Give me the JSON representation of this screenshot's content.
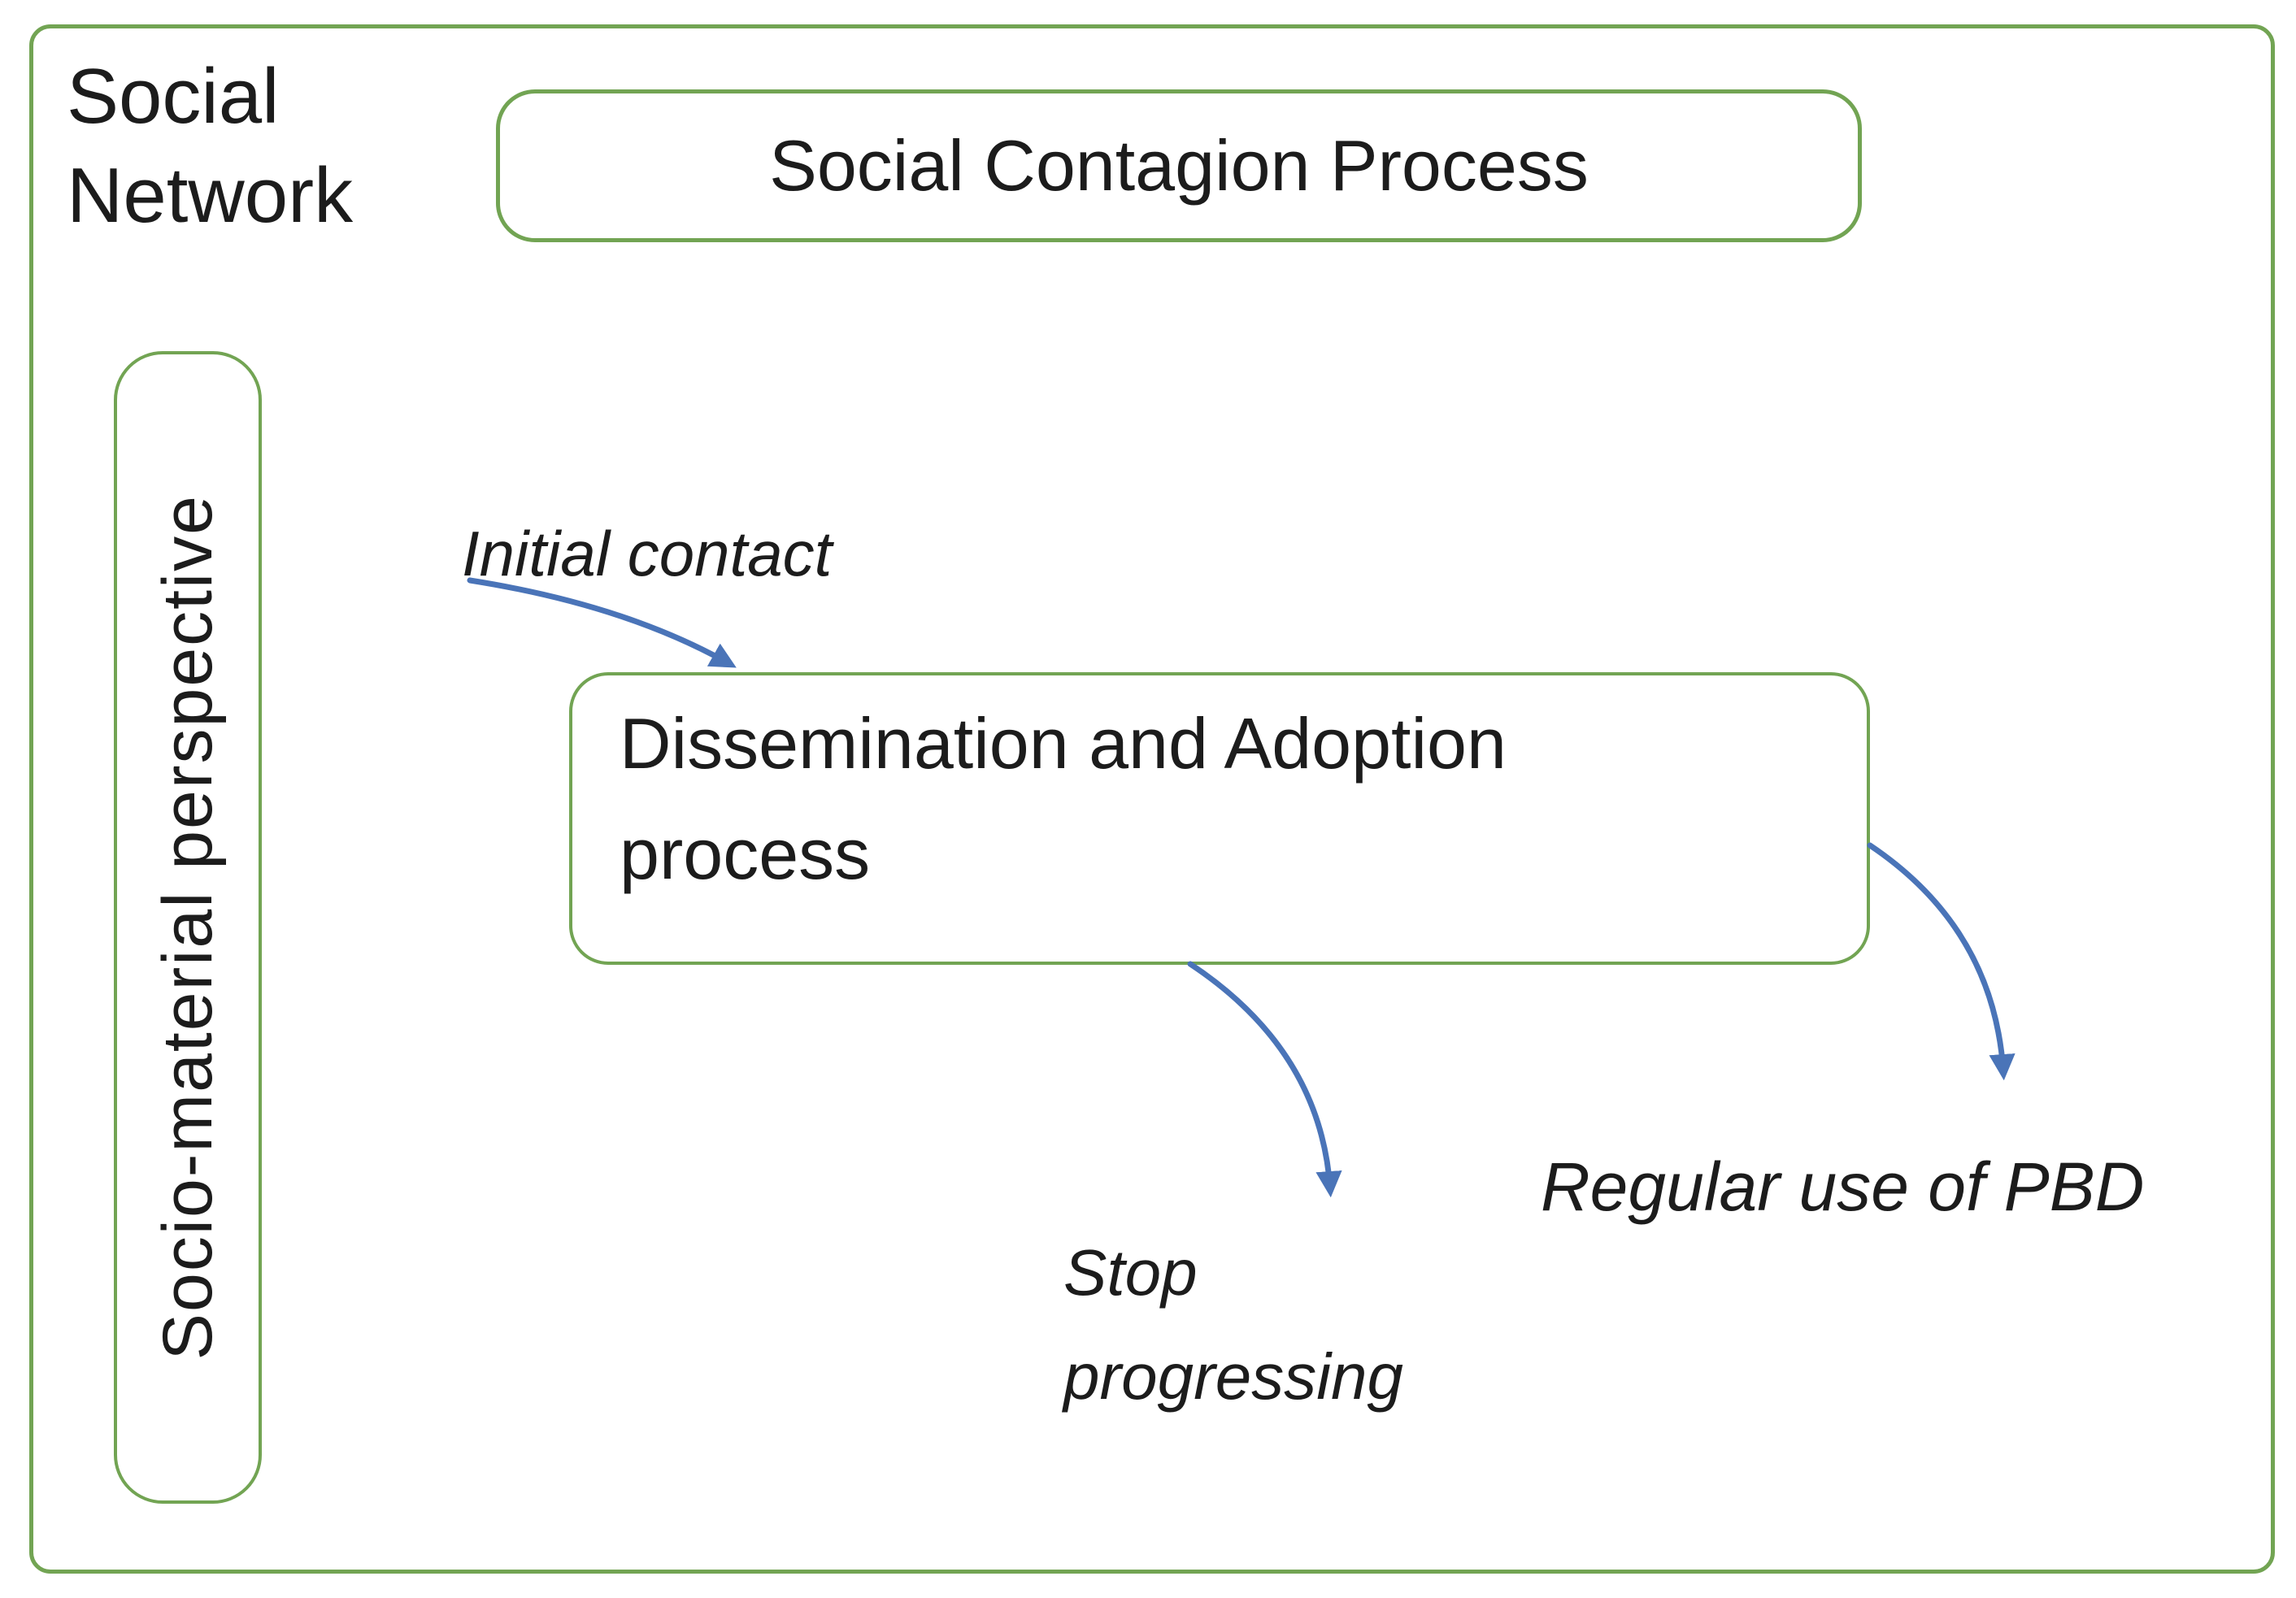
{
  "outer_box": {
    "label_line1": "Social",
    "label_line2": "Network"
  },
  "title_box": {
    "label": "Social Contagion Process"
  },
  "perspective_box": {
    "label": "Socio-material perspective"
  },
  "process_box": {
    "label_line1": "Dissemination and Adoption",
    "label_line2": "process"
  },
  "annotations": {
    "initial_contact": "Initial contact",
    "stop_line1": "Stop",
    "stop_line2": "progressing",
    "regular_use": "Regular use of PBD"
  },
  "colors": {
    "border_green": "#72a453",
    "arrow_blue": "#4a74b8",
    "text": "#1c1c1c"
  }
}
